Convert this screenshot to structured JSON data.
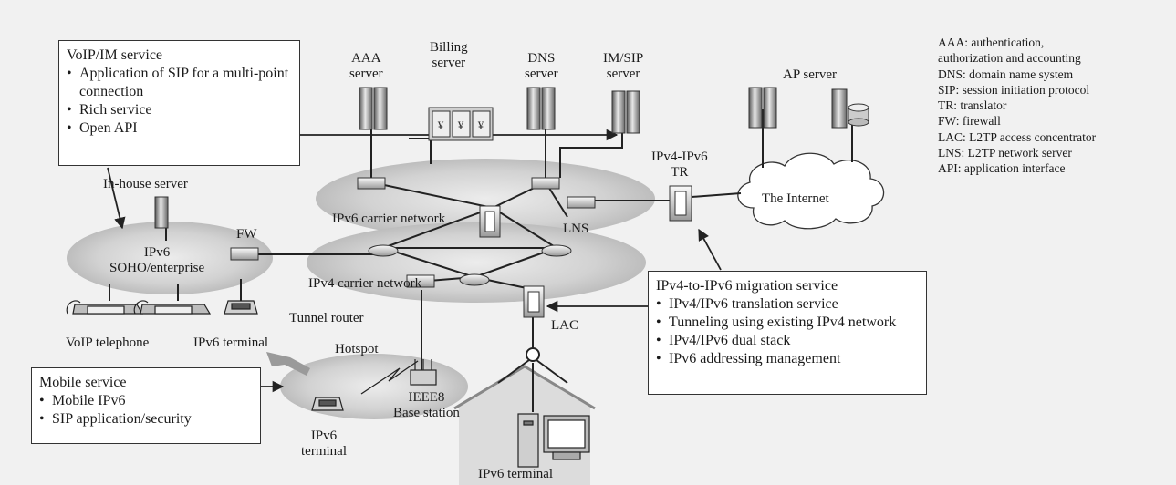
{
  "servers": {
    "aaa": "AAA\nserver",
    "billing": "Billing\nserver",
    "dns": "DNS\nserver",
    "imsip": "IM/SIP\nserver",
    "ap": "AP server",
    "inhouse": "In-house server"
  },
  "networks": {
    "ipv6_carrier": "IPv6 carrier network",
    "ipv4_carrier": "IPv4 carrier network",
    "soho": "IPv6\nSOHO/enterprise",
    "internet": "The Internet"
  },
  "nodes": {
    "tr": "IPv4-IPv6\nTR",
    "fw": "FW",
    "lns": "LNS",
    "lac": "LAC",
    "tunnel_router": "Tunnel router",
    "hotspot": "Hotspot",
    "base_station": "IEEE8\nBase station",
    "voip_tel": "VoIP telephone",
    "ipv6_term_office": "IPv6 terminal",
    "ipv6_term_mobile": "IPv6\nterminal",
    "ipv6_term_home": "IPv6 terminal"
  },
  "boxes": {
    "voip": {
      "title": "VoIP/IM service",
      "items": [
        "Application of SIP for a multi-point connection",
        "Rich service",
        "Open API"
      ]
    },
    "mobile": {
      "title": "Mobile service",
      "items": [
        "Mobile IPv6",
        "SIP application/security"
      ]
    },
    "migration": {
      "title": "IPv4-to-IPv6 migration service",
      "items": [
        "IPv4/IPv6 translation service",
        "Tunneling using existing IPv4 network",
        "IPv4/IPv6 dual stack",
        "IPv6 addressing management"
      ]
    }
  },
  "legend": [
    "AAA: authentication,",
    "authorization and accounting",
    "DNS: domain name system",
    "SIP: session initiation protocol",
    "TR: translator",
    "FW: firewall",
    "LAC: L2TP access concentrator",
    "LNS: L2TP network server",
    "API: application interface"
  ]
}
